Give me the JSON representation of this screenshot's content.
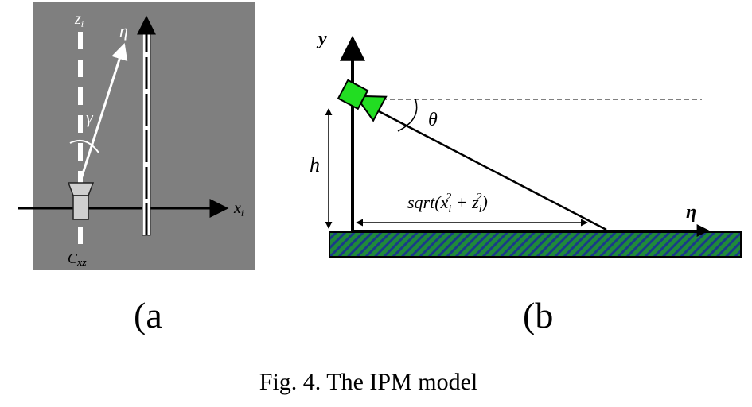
{
  "panel_a": {
    "labels": {
      "z_axis": "z",
      "z_sub": "i",
      "x_axis": "x",
      "x_sub": "i",
      "eta": "η",
      "gamma": "γ",
      "camera_center": "C",
      "camera_center_sub": "xz"
    },
    "sublabel": "(a"
  },
  "panel_b": {
    "labels": {
      "y_axis": "y",
      "theta": "θ",
      "height": "h",
      "distance": "sqrt(x",
      "distance_x_sub": "i",
      "distance_x_sup": "2",
      "distance_plus": " + z",
      "distance_z_sub": "i",
      "distance_z_sup": "2",
      "distance_close": ")",
      "eta": "η"
    },
    "sublabel": "(b"
  },
  "caption": "Fig. 4. The IPM model",
  "colors": {
    "panel_a_bg": "#7f7f7f",
    "camera_green": "#22dd22",
    "ground_green": "#1f8a3a",
    "ground_blue": "#1a3a8a"
  }
}
